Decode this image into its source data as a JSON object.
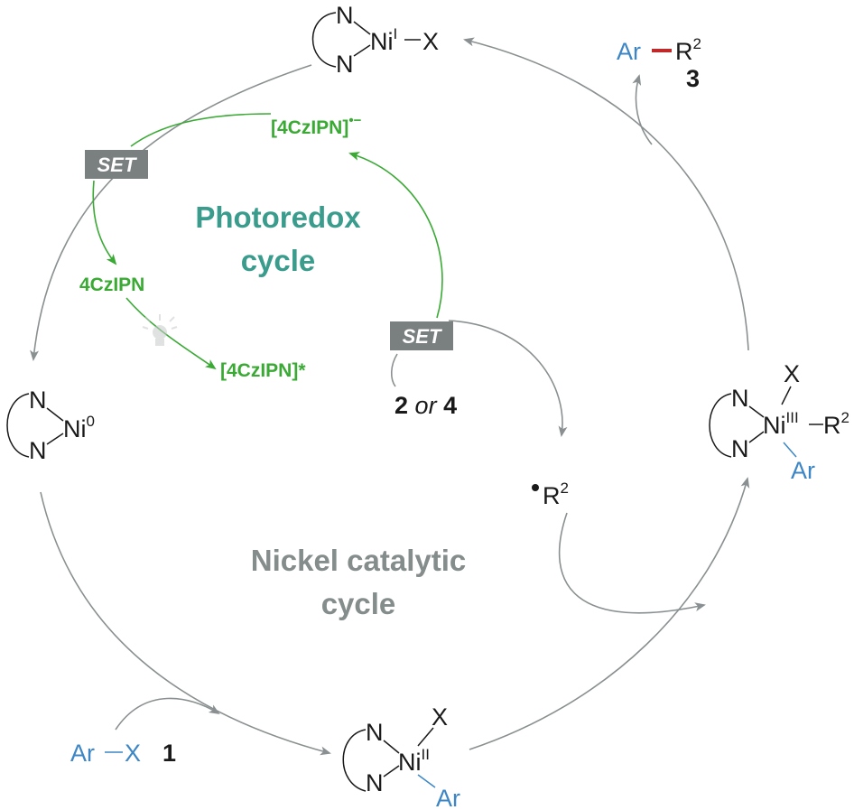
{
  "colors": {
    "gray_arrow": "#8a9091",
    "green": "#3aaa35",
    "teal_title": "#3a9c8c",
    "gray_title": "#858c8c",
    "blue_ar": "#3d86c6",
    "red_bond": "#c0282a",
    "set_box": "#7a7f80"
  },
  "photoredox": {
    "title_line1": "Photoredox",
    "title_line2": "cycle",
    "catalyst": "4CzIPN",
    "excited": "[4CzIPN]*",
    "reduced": "[4CzIPN]",
    "reduced_charge": "•−",
    "light_icon": "lightbulb-icon"
  },
  "nickel": {
    "title_line1": "Nickel catalytic",
    "title_line2": "cycle",
    "n_label": "N",
    "ni": "Ni",
    "ni_i_ox": "I",
    "ni_0_ox": "0",
    "ni_ii_ox": "II",
    "ni_iii_ox": "III",
    "x_label": "X",
    "ar_label": "Ar",
    "r_label": "R",
    "r_sup": "2"
  },
  "set_labels": {
    "left": "SET",
    "right": "SET"
  },
  "substrates": {
    "aryl_halide_ar": "Ar",
    "aryl_halide_x": "X",
    "aryl_halide_num": "1",
    "reagent_a": "2",
    "reagent_or": "or",
    "reagent_b": "4",
    "radical_r": "R",
    "radical_sup": "2"
  },
  "product": {
    "ar": "Ar",
    "r": "R",
    "r_sup": "2",
    "num": "3"
  }
}
